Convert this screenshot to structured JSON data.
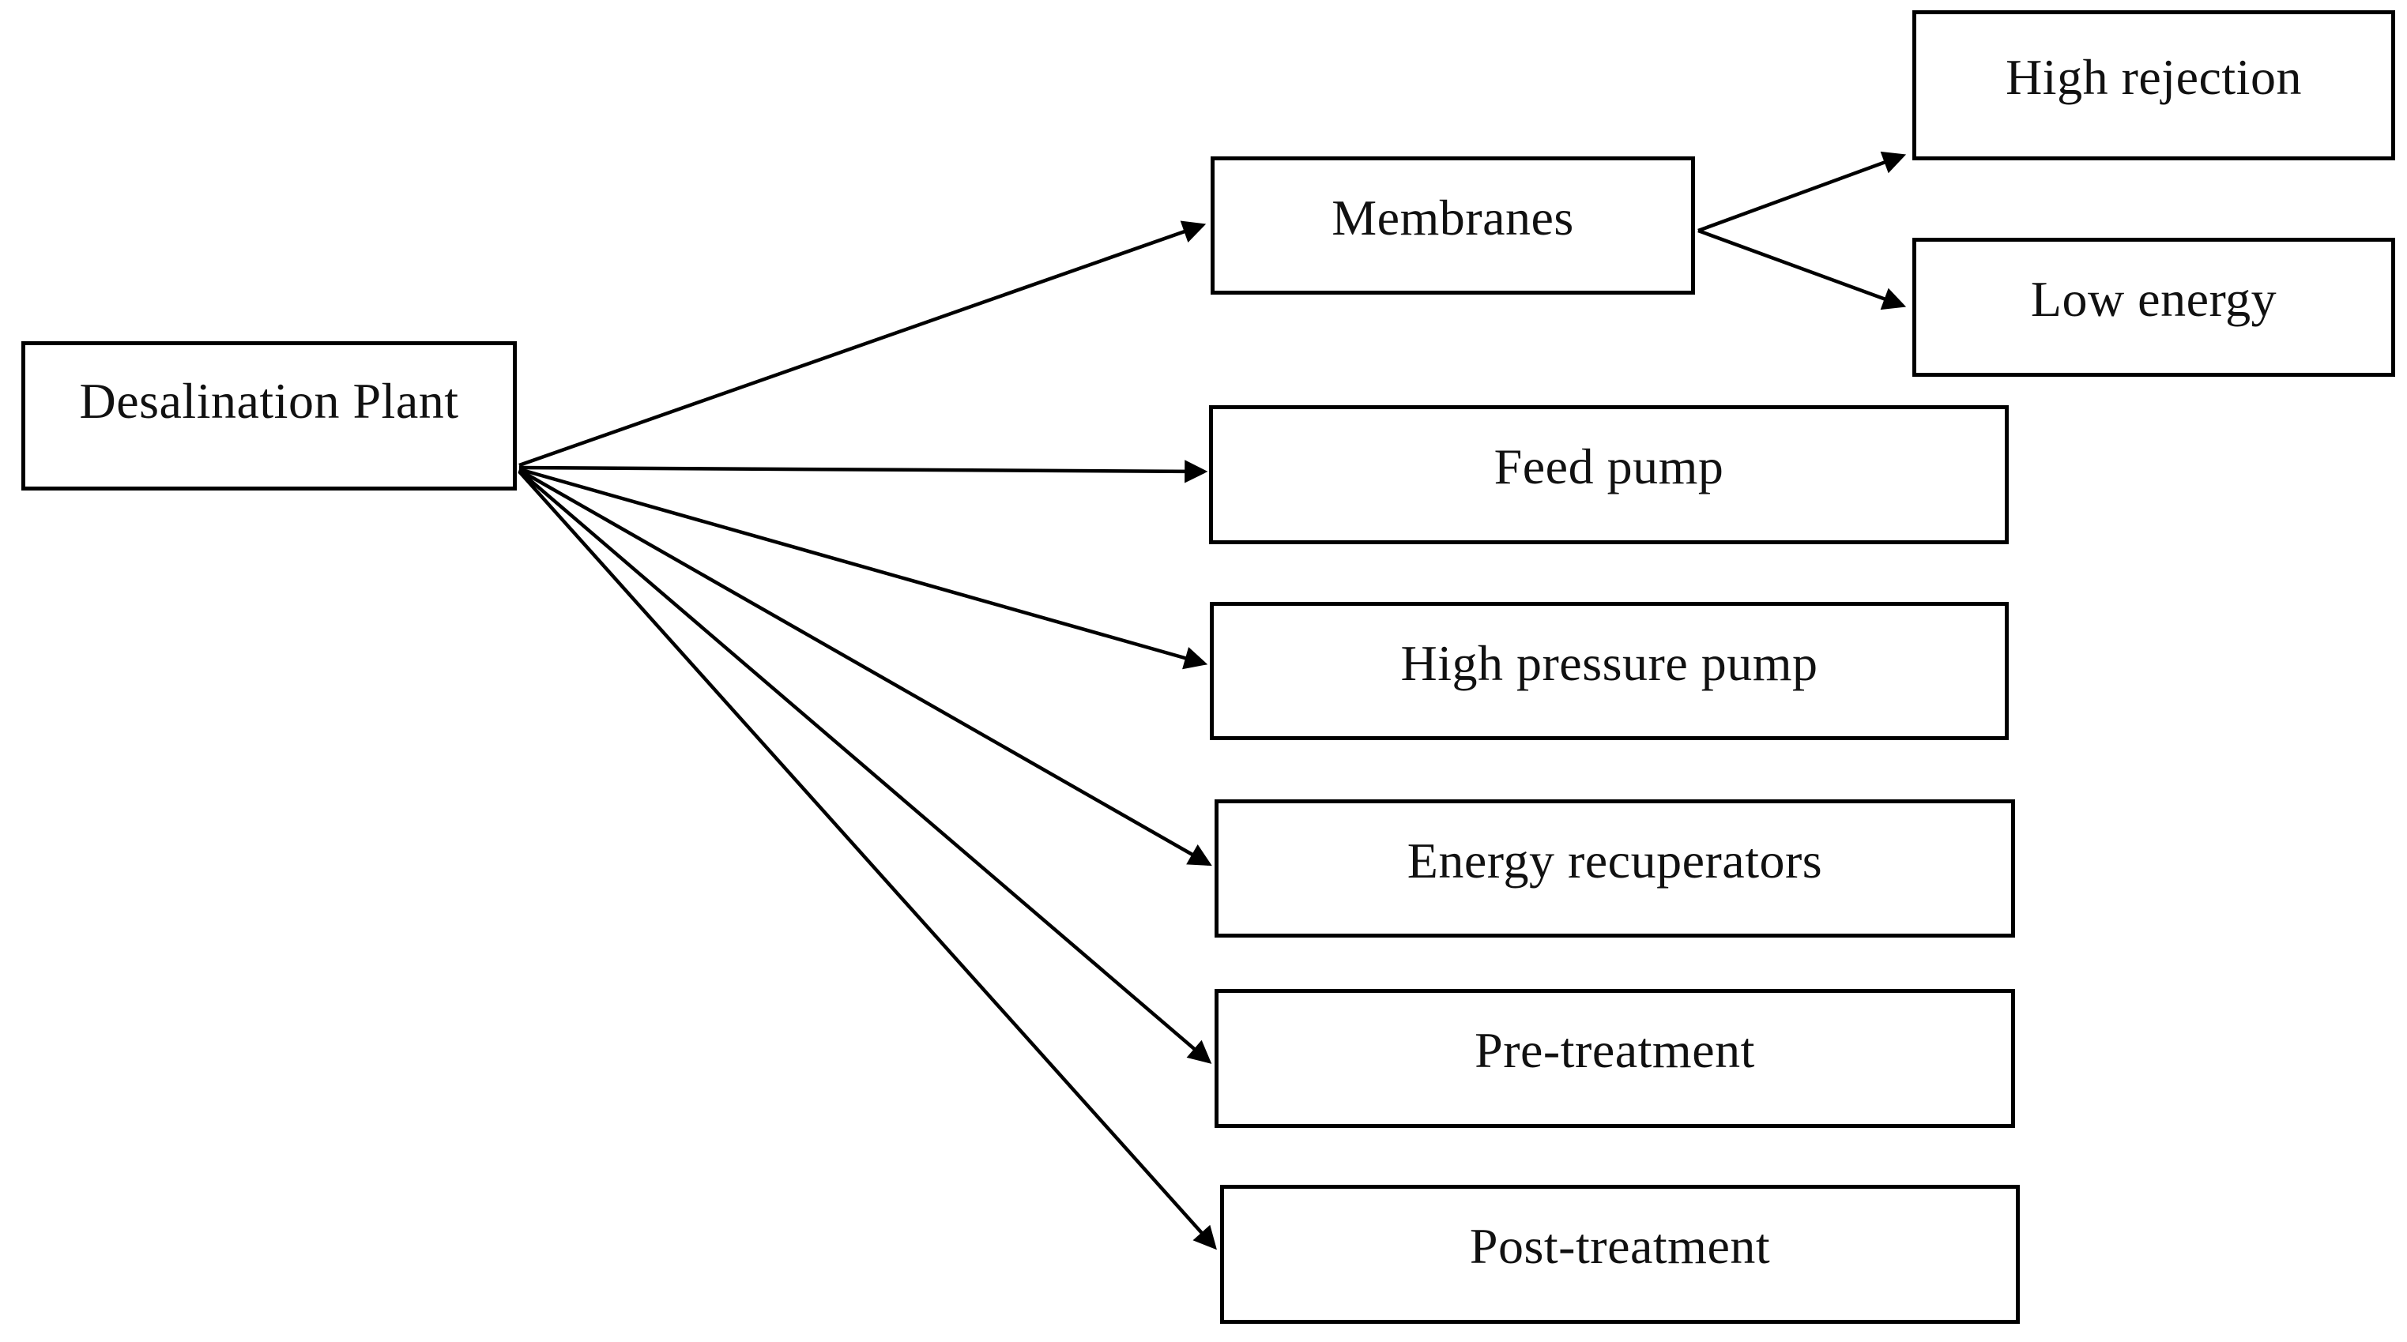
{
  "diagram": {
    "type": "tree",
    "root_label": "Desalination Plant",
    "nodes": [
      {
        "id": "desalination-plant",
        "label": "Desalination Plant"
      },
      {
        "id": "membranes",
        "label": "Membranes"
      },
      {
        "id": "high-rejection",
        "label": "High rejection"
      },
      {
        "id": "low-energy",
        "label": "Low energy"
      },
      {
        "id": "feed-pump",
        "label": "Feed pump"
      },
      {
        "id": "high-pressure-pump",
        "label": "High pressure pump"
      },
      {
        "id": "energy-recuperators",
        "label": "Energy recuperators"
      },
      {
        "id": "pre-treatment",
        "label": "Pre-treatment"
      },
      {
        "id": "post-treatment",
        "label": "Post-treatment"
      }
    ],
    "edges": [
      {
        "from": "desalination-plant",
        "to": "membranes"
      },
      {
        "from": "desalination-plant",
        "to": "feed-pump"
      },
      {
        "from": "desalination-plant",
        "to": "high-pressure-pump"
      },
      {
        "from": "desalination-plant",
        "to": "energy-recuperators"
      },
      {
        "from": "desalination-plant",
        "to": "pre-treatment"
      },
      {
        "from": "desalination-plant",
        "to": "post-treatment"
      },
      {
        "from": "membranes",
        "to": "high-rejection"
      },
      {
        "from": "membranes",
        "to": "low-energy"
      }
    ],
    "colors": {
      "background": "#ffffff",
      "box_fill": "#ffffff",
      "box_border": "#000000",
      "arrow": "#000000",
      "text": "#111111"
    }
  }
}
